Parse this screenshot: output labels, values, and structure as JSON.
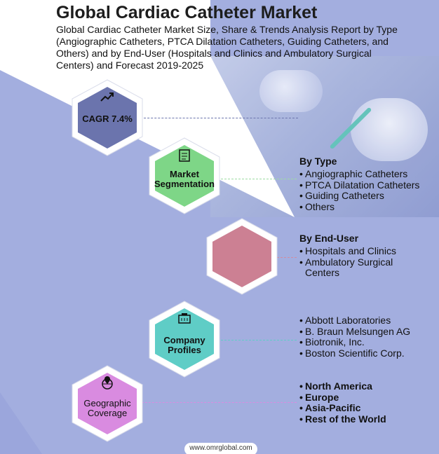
{
  "header": {
    "title": "Global Cardiac Catheter Market",
    "subtitle": "Global Cardiac Catheter Market Size, Share & Trends Analysis Report by Type (Angiographic Catheters, PTCA Dilatation Catheters, Guiding Catheters, and Others) and by End-User (Hospitals and Clinics and Ambulatory Surgical Centers) and Forecast 2019-2025"
  },
  "hexagons": {
    "cagr": {
      "label": "CAGR 7.4%",
      "color": "#6b74ad",
      "icon": "growth-chart-icon"
    },
    "segmentation": {
      "label_line1": "Market",
      "label_line2": "Segmentation",
      "color": "#7ed687",
      "icon": "checklist-icon"
    },
    "end_user": {
      "color": "#cc8093"
    },
    "company": {
      "label_line1": "Company",
      "label_line2": "Profiles",
      "color": "#5fcdc6",
      "icon": "building-icon"
    },
    "geo": {
      "label_line1": "Geographic",
      "label_line2": "Coverage",
      "color": "#d98be0",
      "icon": "globe-pin-icon"
    }
  },
  "by_type": {
    "heading": "By Type",
    "items": [
      "Angiographic Catheters",
      "PTCA Dilatation Catheters",
      "Guiding Catheters",
      "Others"
    ]
  },
  "by_end_user": {
    "heading": "By End-User",
    "items": [
      "Hospitals and Clinics",
      "Ambulatory Surgical",
      "Centers"
    ]
  },
  "companies": {
    "items": [
      "Abbott Laboratories",
      "B. Braun Melsungen AG",
      "Biotronik, Inc.",
      "Boston Scientific Corp."
    ]
  },
  "regions": {
    "items": [
      "North America",
      "Europe",
      "Asia-Pacific",
      "Rest of the World"
    ]
  },
  "footer": {
    "url": "www.omrglobal.com"
  }
}
